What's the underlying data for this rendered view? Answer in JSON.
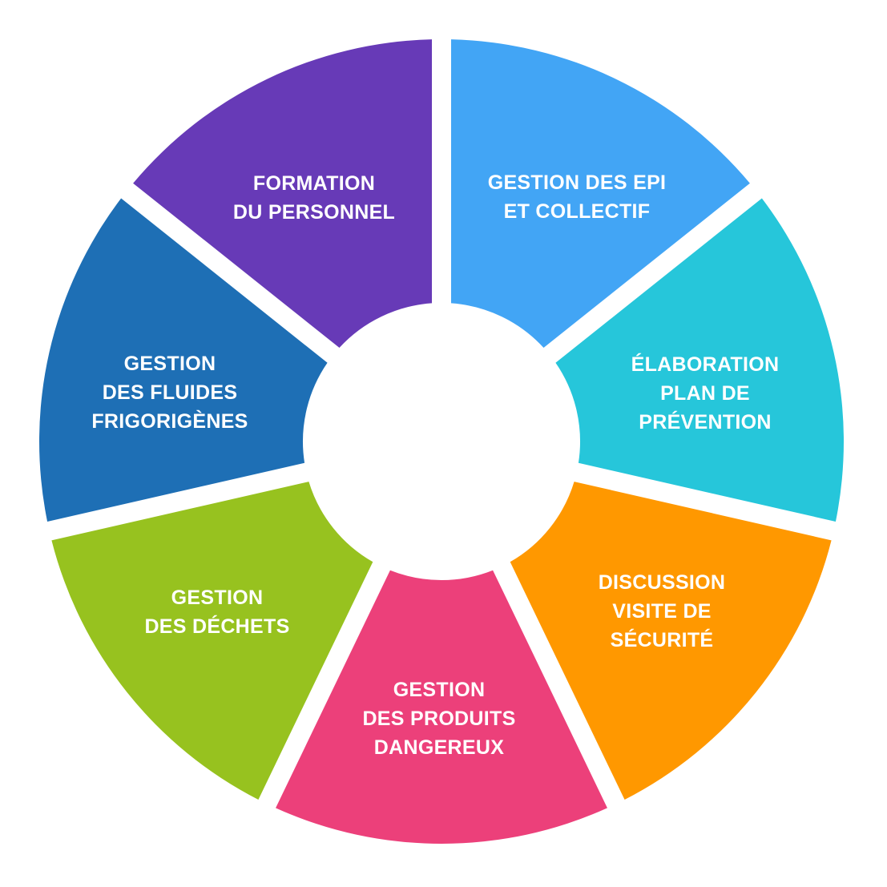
{
  "wheel": {
    "segments": [
      {
        "id": "epi",
        "color": "#42A5F5",
        "lines": [
          "GESTION DES EPI",
          "ET COLLECTIF"
        ]
      },
      {
        "id": "plan",
        "color": "#26C6DA",
        "lines": [
          "ÉLABORATION",
          "PLAN DE",
          "PRÉVENTION"
        ]
      },
      {
        "id": "visite",
        "color": "#FF9800",
        "lines": [
          "DISCUSSION",
          "VISITE DE",
          "SÉCURITÉ"
        ]
      },
      {
        "id": "produits",
        "color": "#EC407A",
        "lines": [
          "GESTION",
          "DES PRODUITS",
          "DANGEREUX"
        ]
      },
      {
        "id": "dechets",
        "color": "#97C21F",
        "lines": [
          "GESTION",
          "DES DÉCHETS"
        ]
      },
      {
        "id": "fluides",
        "color": "#1E6FB5",
        "lines": [
          "GESTION",
          "DES FLUIDES",
          "FRIGORIGÈNES"
        ]
      },
      {
        "id": "formation",
        "color": "#673AB7",
        "lines": [
          "FORMATION",
          "DU PERSONNEL"
        ]
      }
    ]
  }
}
